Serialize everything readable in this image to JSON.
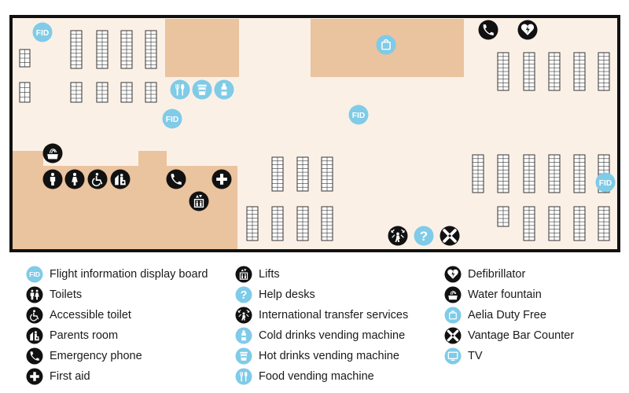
{
  "map": {
    "colors": {
      "floor": "#fbf0e6",
      "room": "#eac39f",
      "wall": "#111111",
      "desk": "#333333",
      "light_icon": "#7fcbe8",
      "dark_icon": "#111111"
    },
    "fid_text": "FID",
    "markers": [
      {
        "kind": "fid"
      },
      {
        "kind": "fid"
      },
      {
        "kind": "fid"
      },
      {
        "kind": "fid"
      },
      {
        "kind": "duty-free"
      },
      {
        "kind": "emergency-phone"
      },
      {
        "kind": "defibrillator"
      },
      {
        "kind": "food-vending"
      },
      {
        "kind": "hot-drinks"
      },
      {
        "kind": "cold-drinks"
      },
      {
        "kind": "water-fountain"
      },
      {
        "kind": "toilet-male"
      },
      {
        "kind": "toilet-female"
      },
      {
        "kind": "accessible-toilet"
      },
      {
        "kind": "parents-room"
      },
      {
        "kind": "emergency-phone"
      },
      {
        "kind": "first-aid"
      },
      {
        "kind": "lifts"
      },
      {
        "kind": "international-transfer"
      },
      {
        "kind": "help-desk"
      },
      {
        "kind": "vantage-bar"
      }
    ]
  },
  "legend": {
    "col1": [
      {
        "icon": "fid",
        "label": "Flight information display board"
      },
      {
        "icon": "toilets",
        "label": "Toilets"
      },
      {
        "icon": "accessible-toilet",
        "label": "Accessible toilet"
      },
      {
        "icon": "parents-room",
        "label": "Parents room"
      },
      {
        "icon": "emergency-phone",
        "label": "Emergency phone"
      },
      {
        "icon": "first-aid",
        "label": "First aid"
      }
    ],
    "col2": [
      {
        "icon": "lifts",
        "label": "Lifts"
      },
      {
        "icon": "help-desk",
        "label": "Help desks"
      },
      {
        "icon": "international-transfer",
        "label": "International transfer services"
      },
      {
        "icon": "cold-drinks",
        "label": "Cold drinks vending machine"
      },
      {
        "icon": "hot-drinks",
        "label": "Hot drinks vending machine"
      },
      {
        "icon": "food-vending",
        "label": "Food vending machine"
      }
    ],
    "col3": [
      {
        "icon": "defibrillator",
        "label": "Defibrillator"
      },
      {
        "icon": "water-fountain",
        "label": "Water fountain"
      },
      {
        "icon": "duty-free",
        "label": "Aelia Duty Free"
      },
      {
        "icon": "vantage-bar",
        "label": "Vantage Bar Counter"
      },
      {
        "icon": "tv",
        "label": "TV"
      }
    ]
  }
}
